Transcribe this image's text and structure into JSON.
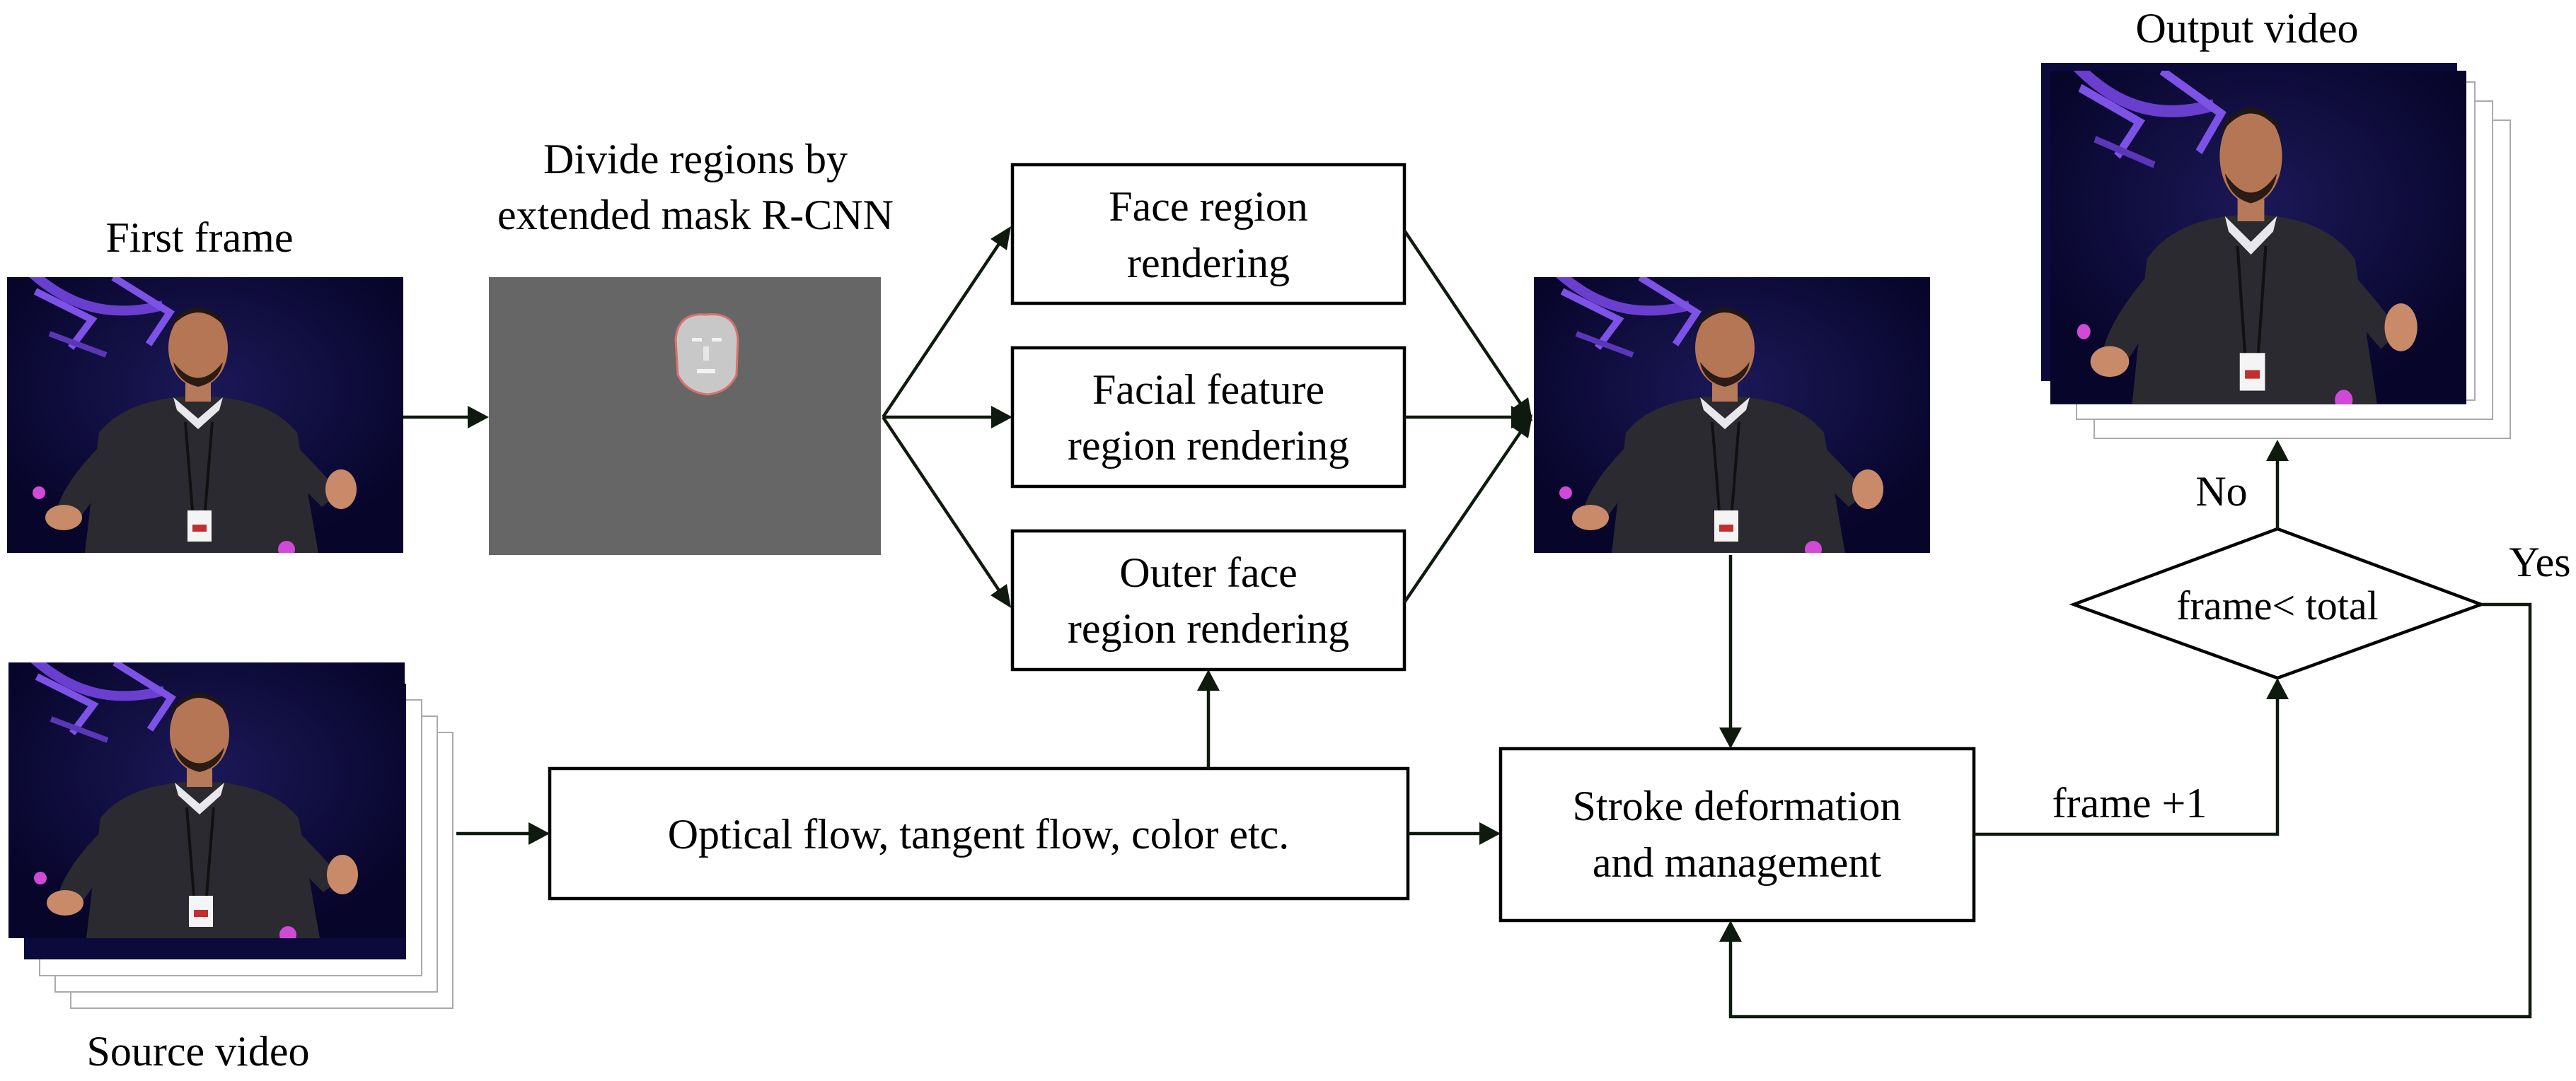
{
  "labels": {
    "first_frame": "First frame",
    "divide_regions_line1": "Divide regions by",
    "divide_regions_line2": "extended mask R-CNN",
    "source_video": "Source video",
    "output_video": "Output video"
  },
  "boxes": {
    "face_line1": "Face region",
    "face_line2": "rendering",
    "feature_line1": "Facial feature",
    "feature_line2": "region rendering",
    "outer_line1": "Outer face",
    "outer_line2": "region rendering",
    "flow": "Optical flow, tangent flow, color etc.",
    "stroke_line1": "Stroke deformation",
    "stroke_line2": "and management"
  },
  "decision": {
    "condition": "frame< total",
    "no_label": "No",
    "yes_label": "Yes",
    "increment_label": "frame +1"
  },
  "colors": {
    "stage_background": "#0c0a3a",
    "mask_background": "#666666",
    "face_mask": "#c8c8c8",
    "neon": "#6a3fd0"
  }
}
